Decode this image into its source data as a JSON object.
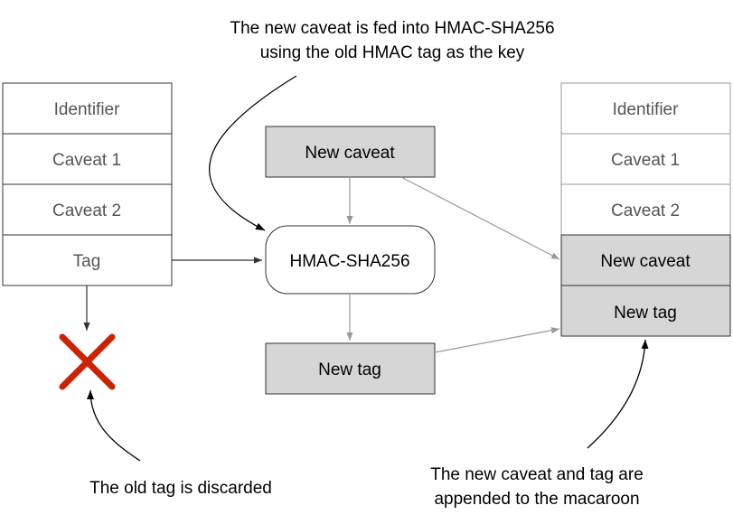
{
  "annotations": {
    "top_line1": "The new caveat is fed into HMAC-SHA256",
    "top_line2": "using the old HMAC tag as the key",
    "bottom_left": "The old tag is discarded",
    "bottom_right_line1": "The new caveat and tag are",
    "bottom_right_line2": "appended to the macaroon"
  },
  "old_macaroon": {
    "identifier": "Identifier",
    "caveat1": "Caveat 1",
    "caveat2": "Caveat 2",
    "tag": "Tag"
  },
  "process": {
    "new_caveat": "New caveat",
    "hmac": "HMAC-SHA256",
    "new_tag": "New tag"
  },
  "new_macaroon": {
    "identifier": "Identifier",
    "caveat1": "Caveat 1",
    "caveat2": "Caveat 2",
    "new_caveat": "New caveat",
    "new_tag": "New tag"
  },
  "colors": {
    "box_stroke": "#333333",
    "faded_stroke": "#999999",
    "shaded_fill": "#d6d6d6",
    "text": "#000000",
    "muted_text": "#555555",
    "cross": "#cc2200",
    "arrow_gray": "#999999",
    "arrow_dark": "#333333"
  }
}
